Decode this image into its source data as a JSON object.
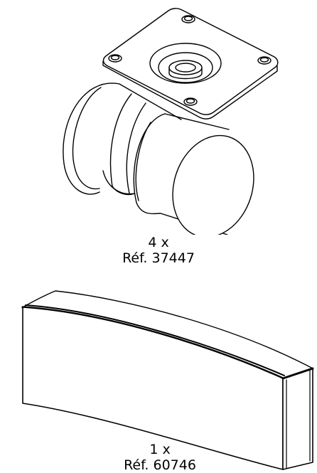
{
  "parts": [
    {
      "id": "caster",
      "quantity": "4 x",
      "reference": "Réf. 37447"
    },
    {
      "id": "block",
      "quantity": "1 x",
      "reference": "Réf. 60746"
    }
  ],
  "colors": {
    "stroke": "#000000",
    "fill": "#ffffff"
  }
}
